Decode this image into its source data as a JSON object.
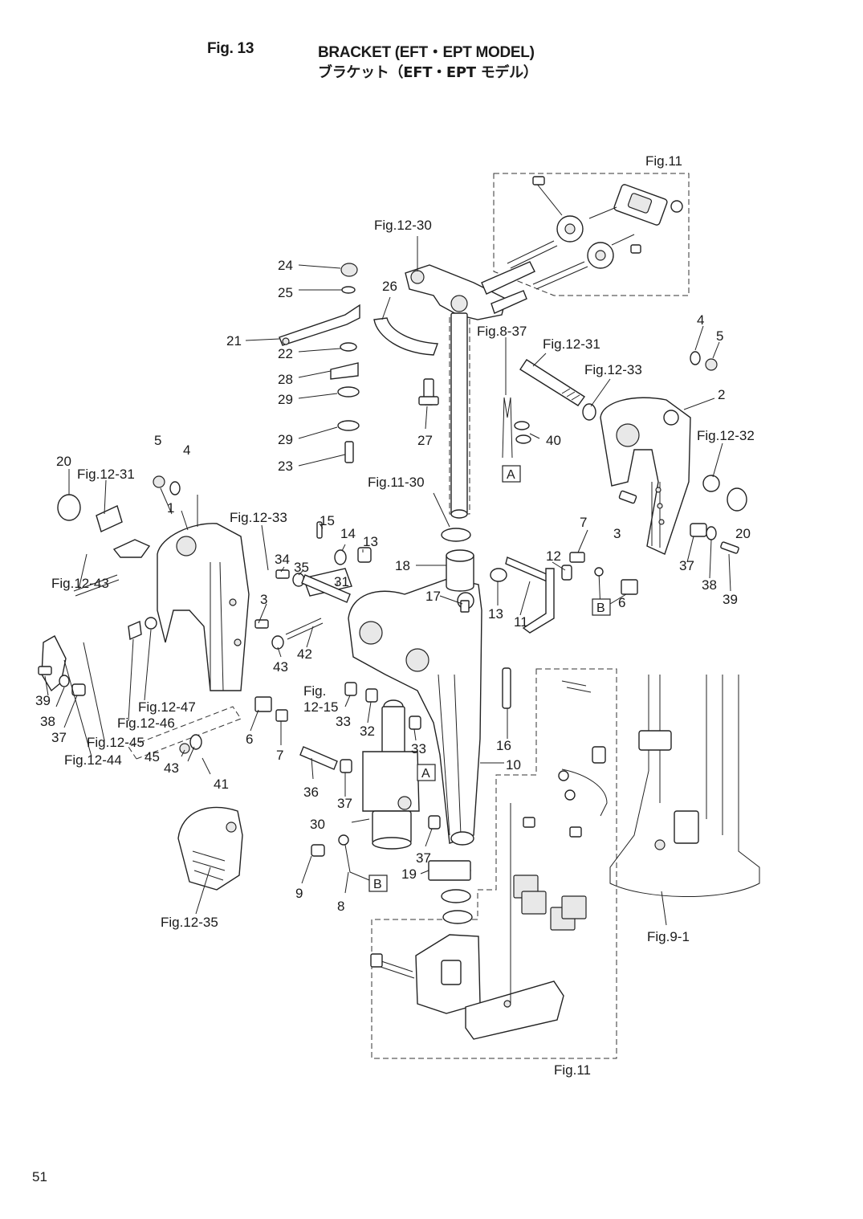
{
  "header": {
    "figure_number": "Fig. 13",
    "title_en": "BRACKET (EFT・EPT MODEL)",
    "title_jp": "ブラケット（EFT・EPT モデル）"
  },
  "page_number": "51",
  "callouts": {
    "p1": "1",
    "p2": "2",
    "p3a": "3",
    "p3b": "3",
    "p4a": "4",
    "p4b": "4",
    "p5a": "5",
    "p5b": "5",
    "p6a": "6",
    "p6b": "6",
    "p7a": "7",
    "p7b": "7",
    "p8": "8",
    "p9": "9",
    "p10": "10",
    "p11": "11",
    "p12": "12",
    "p13a": "13",
    "p13b": "13",
    "p14": "14",
    "p15": "15",
    "p16": "16",
    "p17": "17",
    "p18": "18",
    "p19": "19",
    "p20a": "20",
    "p20b": "20",
    "p21": "21",
    "p22": "22",
    "p23": "23",
    "p24": "24",
    "p25": "25",
    "p26": "26",
    "p27": "27",
    "p28": "28",
    "p29a": "29",
    "p29b": "29",
    "p30": "30",
    "p31": "31",
    "p32": "32",
    "p33a": "33",
    "p33b": "33",
    "p34": "34",
    "p35": "35",
    "p36": "36",
    "p37a": "37",
    "p37b": "37",
    "p37c": "37",
    "p37d": "37",
    "p38a": "38",
    "p38b": "38",
    "p39a": "39",
    "p39b": "39",
    "p40": "40",
    "p41": "41",
    "p42": "42",
    "p43a": "43",
    "p43b": "43",
    "p45": "45"
  },
  "references": {
    "fig11_top": "Fig.11",
    "fig11_bottom": "Fig.11",
    "fig11_30": "Fig.11-30",
    "fig12_30": "Fig.12-30",
    "fig8_37": "Fig.8-37",
    "fig12_31_right": "Fig.12-31",
    "fig12_31_left": "Fig.12-31",
    "fig12_33_right": "Fig.12-33",
    "fig12_33_left": "Fig.12-33",
    "fig12_32": "Fig.12-32",
    "fig12_43": "Fig.12-43",
    "fig12_47": "Fig.12-47",
    "fig12_46": "Fig.12-46",
    "fig12_45": "Fig.12-45",
    "fig12_44": "Fig.12-44",
    "fig12_15_line1": "Fig.",
    "fig12_15_line2": "12-15",
    "fig12_35": "Fig.12-35",
    "fig9_1": "Fig.9-1"
  },
  "connector_marks": {
    "a_top": "A",
    "a_mid": "A",
    "b_right": "B",
    "b_bottom": "B"
  }
}
